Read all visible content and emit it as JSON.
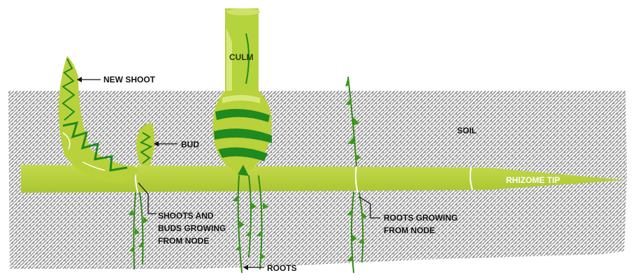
{
  "diagram": {
    "labels": {
      "new_shoot": "NEW SHOOT",
      "culm": "CULM",
      "bud": "BUD",
      "soil": "SOIL",
      "rhizome_tip": "RHIZOME TIP",
      "shoots_buds_line1": "SHOOTS AND",
      "shoots_buds_line2": "BUDS GROWING",
      "shoots_buds_line3": "FROM NODE",
      "roots_node_line1": "ROOTS GROWING",
      "roots_node_line2": "FROM NODE",
      "roots": "ROOTS"
    },
    "colors": {
      "rhizome": "#b9d13a",
      "rhizome_dark": "#9dbb2a",
      "culm": "#b5d33c",
      "dark_green": "#1f8a1f",
      "light_green": "#c9de5a",
      "soil_pattern": "#9a9a9a",
      "soil_background": "#ffffff"
    }
  }
}
